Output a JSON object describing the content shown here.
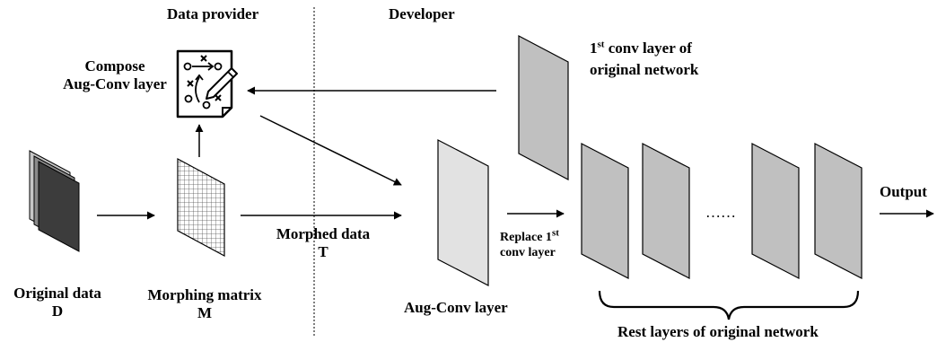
{
  "labels": {
    "data_provider": "Data provider",
    "developer": "Developer",
    "compose_line1": "Compose",
    "compose_line2": "Aug-Conv layer",
    "first_conv_sup": "st",
    "first_conv_line1_rest": " conv layer of",
    "first_conv_line2": "original network",
    "original_data": "Original data",
    "original_data_symbol": "D",
    "morphing_matrix": "Morphing matrix",
    "morphing_matrix_symbol": "M",
    "morphed_data": "Morphed data",
    "morphed_data_symbol": "T",
    "replace_prefix": "Replace 1",
    "replace_sup": "st",
    "replace_line2": "conv layer",
    "aug_conv_layer": "Aug-Conv layer",
    "ellipsis": "……",
    "output": "Output",
    "rest_layers": "Rest layers of original network",
    "one": "1"
  },
  "colors": {
    "layer_gray": "#c0c0c0",
    "aug_layer": "#e2e2e2",
    "data_dark": "#3c3c3c",
    "data_mid": "#8a8a8a",
    "data_light": "#c6c6c6",
    "stroke": "#000000"
  },
  "icons": {
    "compose": "strategy-board-pencil-icon",
    "matrix": "grid-matrix-icon"
  }
}
